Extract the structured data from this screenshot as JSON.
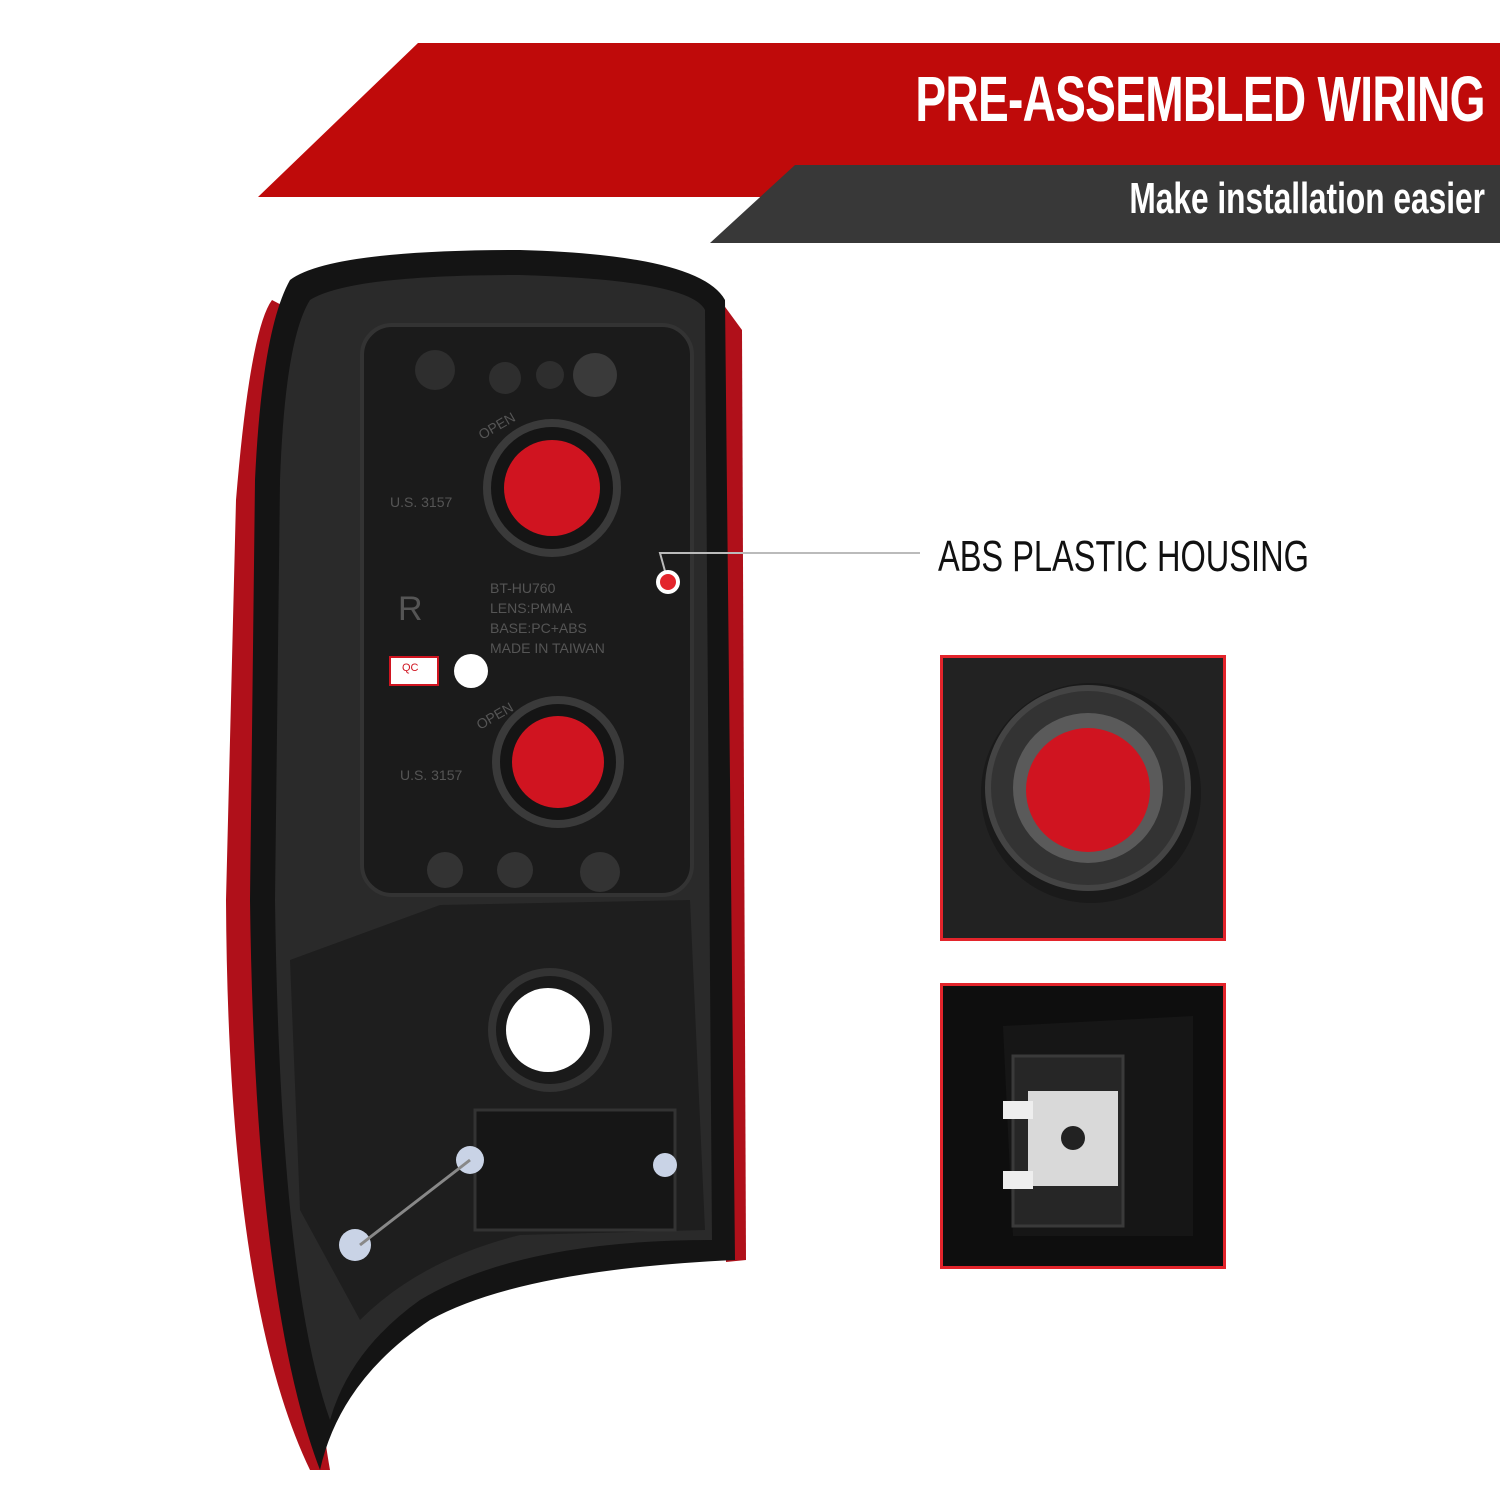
{
  "header": {
    "title": "PRE-ASSEMBLED WIRING",
    "subtitle": "Make installation easier"
  },
  "callout": {
    "label": "ABS PLASTIC HOUSING"
  },
  "product_markings": {
    "model": "BT-HU760",
    "lens": "LENS:PMMA",
    "base": "BASE:PC+ABS",
    "origin": "MADE IN TAIWAN",
    "bulb_top": "U.S. 3157",
    "bulb_bottom": "U.S. 3157",
    "side": "R",
    "qc": "QC",
    "open_top": "OPEN",
    "open_bottom": "OPEN"
  },
  "colors": {
    "accent_red": "#bf0a0a",
    "dark_banner": "#383838",
    "inset_border": "#e3242b"
  }
}
